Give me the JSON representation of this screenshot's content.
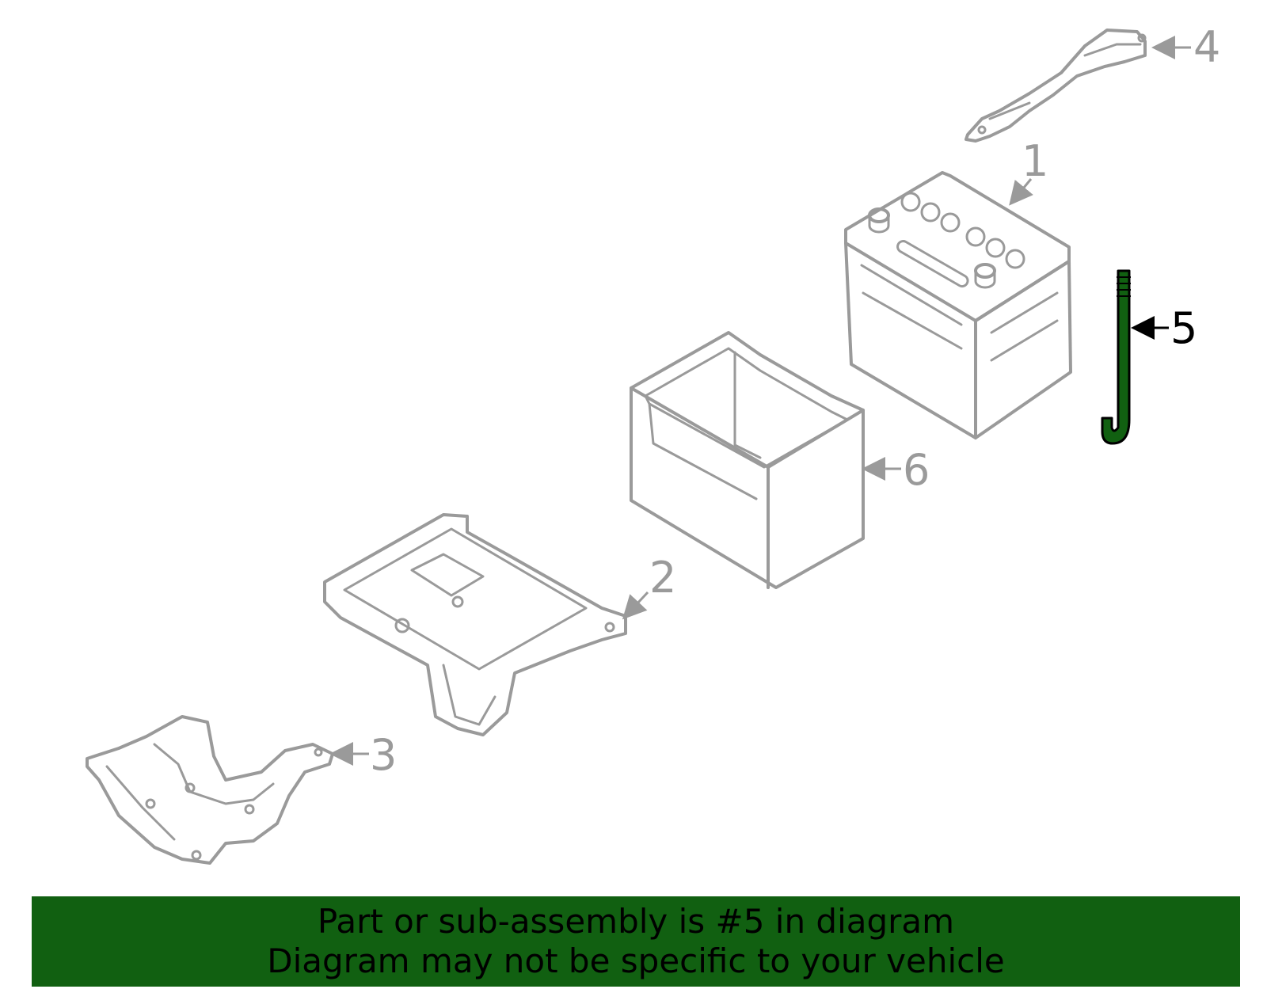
{
  "callouts": [
    {
      "id": "1",
      "label": "1"
    },
    {
      "id": "2",
      "label": "2"
    },
    {
      "id": "3",
      "label": "3"
    },
    {
      "id": "4",
      "label": "4"
    },
    {
      "id": "5",
      "label": "5"
    },
    {
      "id": "6",
      "label": "6"
    }
  ],
  "highlighted_part": "5",
  "colors": {
    "highlight": "#116011",
    "banner_background": "#116011",
    "part_outline": "#9a9a9a",
    "highlight_outline": "#000000"
  },
  "banner": {
    "line1": "Part or sub-assembly is #5 in diagram",
    "line2": "Diagram may not be specific to your vehicle"
  }
}
